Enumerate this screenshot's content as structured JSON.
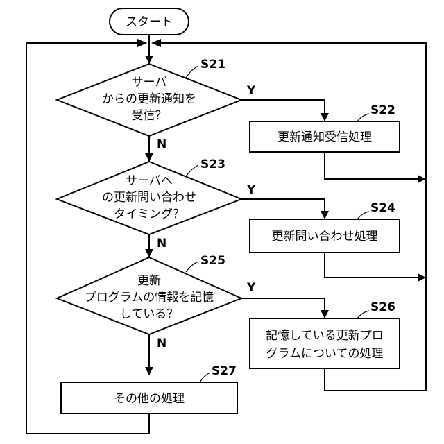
{
  "start": "スタート",
  "decisions": [
    {
      "step": "S21",
      "lines": [
        "サーバ",
        "からの更新通知を",
        "受信？"
      ],
      "yes": "Y",
      "no": "N"
    },
    {
      "step": "S23",
      "lines": [
        "サーバへ",
        "の更新問い合わせ",
        "タイミング？"
      ],
      "yes": "Y",
      "no": "N"
    },
    {
      "step": "S25",
      "lines": [
        "更新",
        "プログラムの情報を記憶",
        "している？"
      ],
      "yes": "Y",
      "no": "N"
    }
  ],
  "processes": [
    {
      "step": "S22",
      "lines": [
        "更新通知受信処理"
      ]
    },
    {
      "step": "S24",
      "lines": [
        "更新問い合わせ処理"
      ]
    },
    {
      "step": "S26",
      "lines": [
        "記憶している更新プロ",
        "グラムについての処理"
      ]
    },
    {
      "step": "S27",
      "lines": [
        "その他の処理"
      ]
    }
  ]
}
